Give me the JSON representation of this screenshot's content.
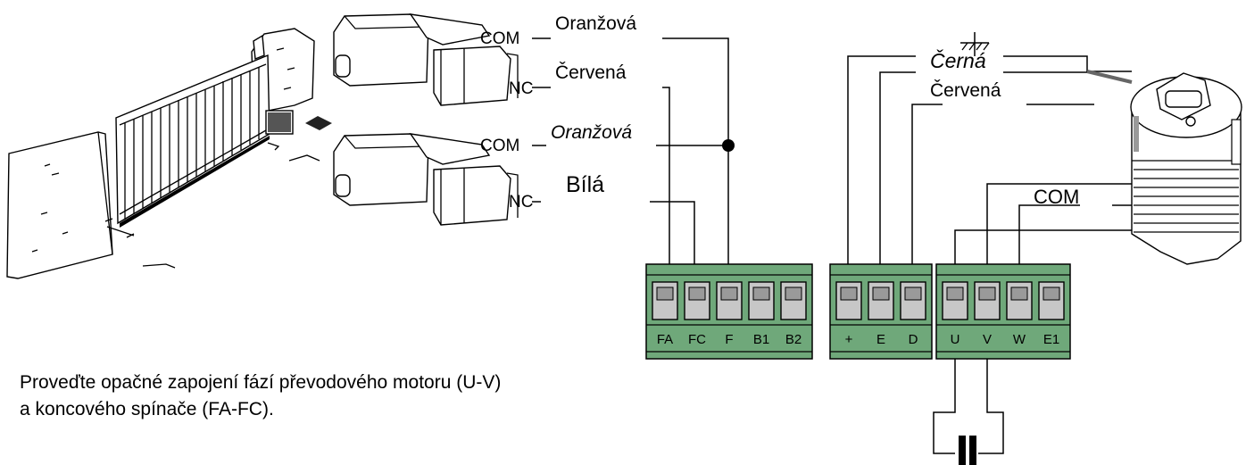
{
  "wire_labels": {
    "top_com": "COM",
    "top_nc": "NC",
    "bottom_com": "COM",
    "bottom_nc": "NC",
    "top_com_color": "Oranžová",
    "top_nc_color": "Červená",
    "bottom_com_color": "Oranžová",
    "bottom_nc_color": "Bílá",
    "encoder_black": "Černá",
    "encoder_red": "Červená",
    "motor_com": "COM"
  },
  "terminal_blocks": {
    "limit_switch": [
      "FA",
      "FC",
      "F",
      "B1",
      "B2"
    ],
    "encoder": [
      "+",
      "E",
      "D"
    ],
    "motor": [
      "U",
      "V",
      "W",
      "E1"
    ]
  },
  "instruction": {
    "line1": "Proveďte opačné zapojení fází převodového motoru (U-V)",
    "line2": "a koncového spínače (FA-FC)."
  },
  "colors": {
    "terminal_green": "#6fa87a",
    "terminal_slot": "#c7c7c7",
    "line": "#000000"
  }
}
